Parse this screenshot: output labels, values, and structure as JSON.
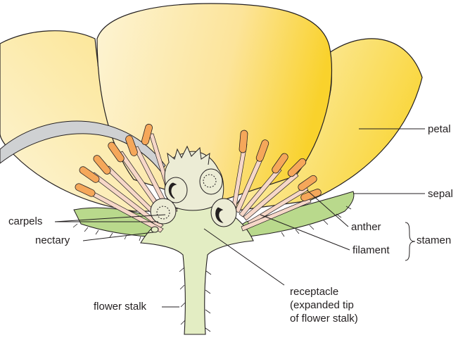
{
  "labels": {
    "petal": "petal",
    "sepal": "sepal",
    "anther": "anther",
    "filament": "filament",
    "stamen": "stamen",
    "carpels": "carpels",
    "nectary": "nectary",
    "flower_stalk": "flower stalk",
    "receptacle_line1": "receptacle",
    "receptacle_line2": "(expanded tip",
    "receptacle_line3": "of flower stalk)"
  },
  "colors": {
    "petal_light": "#fdf1c6",
    "petal_mid": "#fbe07a",
    "petal_deep": "#f9d12e",
    "sepal": "#b9d98c",
    "receptacle": "#e3edc3",
    "anther": "#f5a75a",
    "filament": "#f6d7c8",
    "pistil": "#ececd5",
    "style_grey": "#cfd1d3",
    "line": "#231f20"
  }
}
